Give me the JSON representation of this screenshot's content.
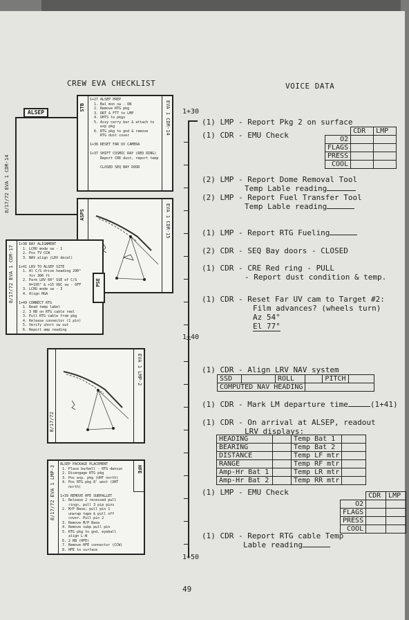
{
  "header": {
    "left_title": "CREW EVA CHECKLIST",
    "right_title": "VOICE DATA"
  },
  "timeline": {
    "start": "1+30",
    "middle": "1+40",
    "end": "1+50"
  },
  "voice_entries": [
    {
      "text": "(1) LMP - Report Pkg 2 on surface"
    },
    {
      "text": "(1) CDR - EMU Check"
    },
    {
      "text": "(2) LMP - Report Dome Removal Tool"
    },
    {
      "text": "Temp Lable reading"
    },
    {
      "text": "(2) LMP - Report Fuel Transfer Tool"
    },
    {
      "text": "Temp Lable reading"
    },
    {
      "text": "(1) LMP - Report RTG Fueling"
    },
    {
      "text": "(2) CDR - SEQ Bay doors - CLOSED"
    },
    {
      "text": "(1) CDR - CRE Red ring - PULL"
    },
    {
      "text": "- Report dust condition & temp."
    },
    {
      "text": "(1) CDR - Reset Far UV cam to Target #2:"
    },
    {
      "text": "Film advances? (wheels turn)"
    },
    {
      "text": "Az  54°"
    },
    {
      "text": "El  77°"
    },
    {
      "text": "(1) CDR - Align LRV NAV system"
    },
    {
      "text": "(1) CDR - Mark LM departure time"
    },
    {
      "text": "(1+41)"
    },
    {
      "text": "(1) CDR - On arrival at ALSEP, readout"
    },
    {
      "text": "LRV displays:"
    },
    {
      "text": "(1) LMP - EMU Check"
    },
    {
      "text": "(1) CDR - Report RTG cable Temp"
    },
    {
      "text": "Lable reading"
    }
  ],
  "emu_table": {
    "headers": [
      "CDR",
      "LMP"
    ],
    "rows": [
      "O2",
      "FLAGS",
      "PRESS",
      "COOL"
    ]
  },
  "nav_table": {
    "row1": [
      "SSD",
      "ROLL",
      "PITCH"
    ],
    "row2": "COMPUTED NAV HEADING"
  },
  "lrv_table": {
    "left": [
      "HEADING",
      "BEARING",
      "DISTANCE",
      "RANGE",
      "Amp-Hr Bat 1",
      "Amp-Hr Bat 2"
    ],
    "right": [
      "Temp Bat 1",
      "Temp Bat 2",
      "Temp LF mtr",
      "Temp RF mtr",
      "Temp LR mtr",
      "Temp RR mtr"
    ]
  },
  "cards": {
    "card1": {
      "text": "1+27 ALSEP PREP\n  1. Bal mon sw - ON\n  2. Remove RTG pkg\n  3. DRT & FTT to LMP\n  4. UHTS to pkgs\n  5. Assy carry bar & attach to\n     exp pkg\n  6. RTG pkg to gnd & remove\n     RTG dust cover\n\n1+36 RESET FAR UV CAMERA\n\n1+37 SHIFT COSMIC RAY (RED RING)\n     Report CRE dust, report temp\n\n     CLOSED SEQ BAY DOOR",
      "side_left": "8/17/72   EVA 1   CDR-14",
      "side_right": "EVA 1   CDR-14",
      "tab": "STB",
      "tag": "ALSEP"
    },
    "card2": {
      "side": "EVA 1   CDR-15",
      "tab": "ASPS"
    },
    "card3": {
      "text": "1+38 BAY ALIGNMENT\n  1. LCRU mode sw - 1\n  2. Pos TV CCW\n  3. NAV align (LRV decal)\n\n1+41 LRV TO ALSEP SITE\n  1. Al C/S drive heading 290°\n     for 300 ft\n  2. Park LRV 60° SSE of C/S\n     H=195° & +15 VDC sw - OFF\n  3. LCRU mode sw - 3\n  4. Align HGA\n\n1+49 CONNECT RTG\n  1. Read temp label\n  2. 3 RB on RTG cable reel\n  3. Pull RTG cable from pkg\n  4. Release connector (1 pin)\n  5. Verify short sw out\n  6. Report amp reading",
      "side": "8/17/72   EVA 1   CDR-17",
      "tab": "PSE"
    },
    "card4": {
      "side": "EVA 1   LMP-2",
      "side_left": "8/17/72"
    },
    "card5": {
      "text": "ALSEP PACKAGE PLACEMENT\n 1. Place barbell - RTG dwnsun\n 2. Disengage RTG pkg\n 3. Pos exp. pkg (UHT north)\n 4. Pos RTG pkg 8' west (UHT\n    north)\n\n1+39 REMOVE HFE SUBPALLET\n 1. Release 2 recessed pull\n    rings, pull 3 pip pins\n 2. M/P Base; pull pin 1\n    unwrap tape & pull off\n    cover. Pull pin 2\n 3. Remove M/P Base\n 4. Remove subp pull pin\n 5. RTG pkg to gnd, eyeball\n    align L-W\n 6. 2 RB (HFE)\n 7. Remove HFE connector (CCW)\n 8. HFE to surface",
      "side": "8/17/72   EVA 1   LMP-3",
      "tab": "HFE"
    }
  },
  "page_number": "49"
}
